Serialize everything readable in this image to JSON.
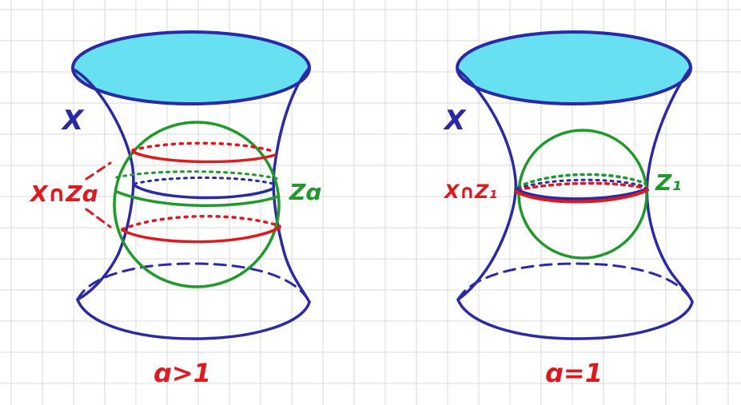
{
  "colors": {
    "background": "#ffffff",
    "grid": "#d9d9d9",
    "hyperboloid": "#2a2aa6",
    "cap_fill": "#67e0f2",
    "sphere": "#1f9a2a",
    "intersection": "#e0191e"
  },
  "panels": [
    {
      "surface_label": "X",
      "sphere_label": "Zɑ",
      "intersection_label": "X∩Zɑ",
      "condition_label": "ɑ>1"
    },
    {
      "surface_label": "X",
      "sphere_label": "Z₁",
      "intersection_label": "X∩Z₁",
      "condition_label": "ɑ=1"
    }
  ]
}
